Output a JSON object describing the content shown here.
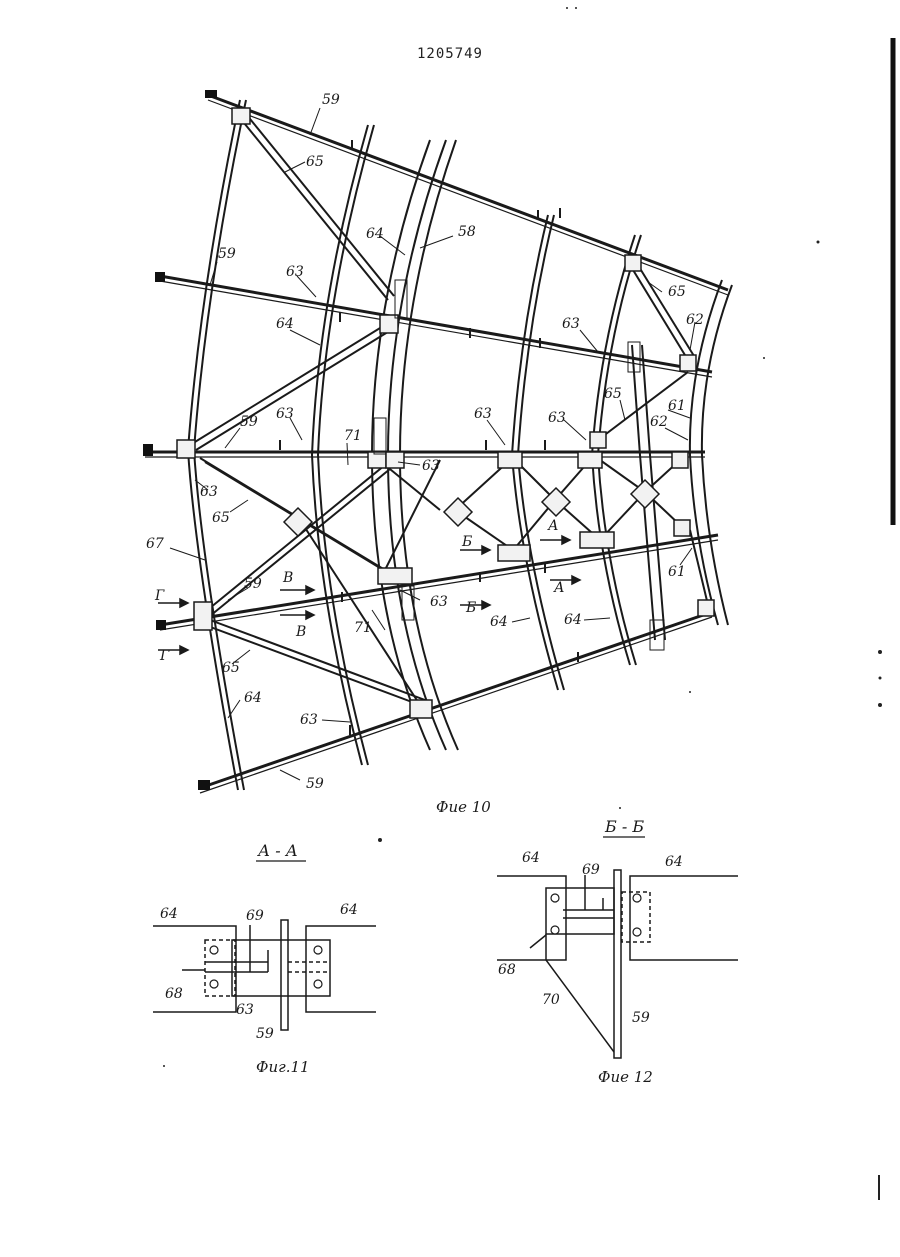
{
  "document": {
    "number": "1205749",
    "figures": [
      {
        "id": "fig10",
        "caption": "Фие 10",
        "labels": [
          "59",
          "65",
          "64",
          "58",
          "59",
          "63",
          "64",
          "63",
          "65",
          "62",
          "59",
          "63",
          "71",
          "63",
          "63",
          "63",
          "65",
          "62",
          "61",
          "63",
          "65",
          "67",
          "Г",
          "Г",
          "В",
          "В",
          "59",
          "71",
          "63",
          "Б",
          "Б",
          "А",
          "А",
          "64",
          "64",
          "61",
          "65",
          "64",
          "63",
          "59"
        ]
      },
      {
        "id": "fig11",
        "section_title": "А - А",
        "caption": "Фиг.11",
        "labels": [
          "64",
          "69",
          "64",
          "68",
          "63",
          "59"
        ]
      },
      {
        "id": "fig12",
        "section_title": "Б - Б",
        "caption": "Фие 12",
        "labels": [
          "64",
          "69",
          "64",
          "68",
          "70",
          "59"
        ]
      }
    ]
  }
}
